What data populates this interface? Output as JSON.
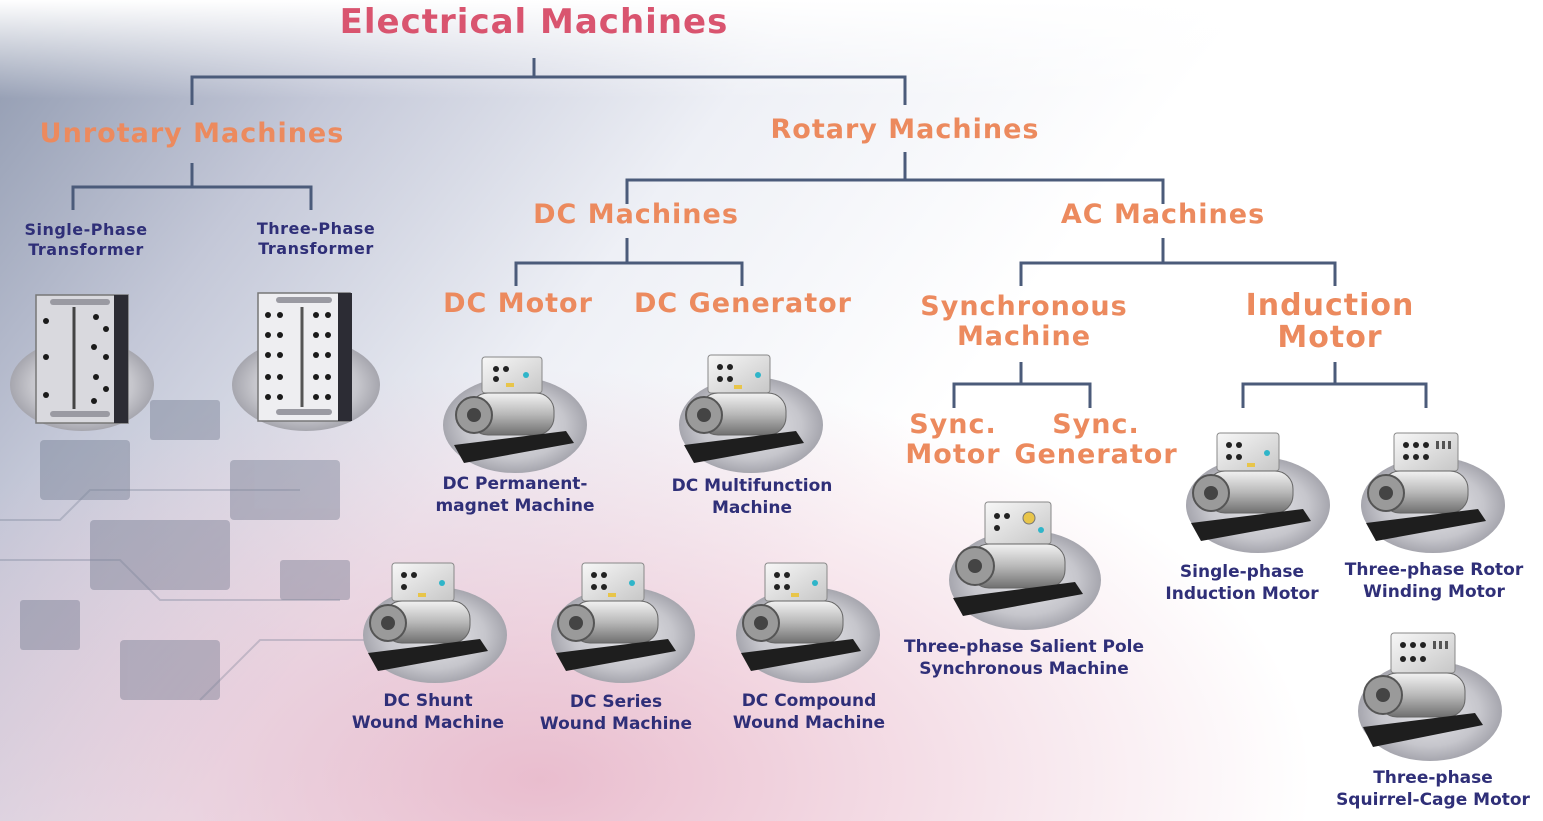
{
  "title": "Electrical Machines",
  "categories": {
    "unrotary": "Unrotary Machines",
    "rotary": "Rotary Machines",
    "dc": "DC Machines",
    "ac": "AC Machines",
    "dc_motor": "DC Motor",
    "dc_generator": "DC Generator",
    "synchronous": [
      "Synchronous",
      "Machine"
    ],
    "induction": [
      "Induction",
      "Motor"
    ],
    "sync_motor": [
      "Sync.",
      "Motor"
    ],
    "sync_generator": [
      "Sync.",
      "Generator"
    ]
  },
  "items": {
    "single_phase_transformer": [
      "Single-Phase",
      "Transformer"
    ],
    "three_phase_transformer": [
      "Three-Phase",
      "Transformer"
    ],
    "dc_permanent_magnet": [
      "DC Permanent-",
      "magnet Machine"
    ],
    "dc_multifunction": [
      "DC Multifunction",
      "Machine"
    ],
    "dc_shunt": [
      "DC Shunt",
      "Wound Machine"
    ],
    "dc_series": [
      "DC Series",
      "Wound Machine"
    ],
    "dc_compound": [
      "DC Compound",
      "Wound Machine"
    ],
    "salient_pole": [
      "Three-phase Salient Pole",
      "Synchronous Machine"
    ],
    "single_phase_induction": [
      "Single-phase",
      "Induction Motor"
    ],
    "three_phase_rotor": [
      "Three-phase Rotor",
      "Winding Motor"
    ],
    "squirrel_cage": [
      "Three-phase",
      "Squirrel-Cage Motor"
    ]
  }
}
